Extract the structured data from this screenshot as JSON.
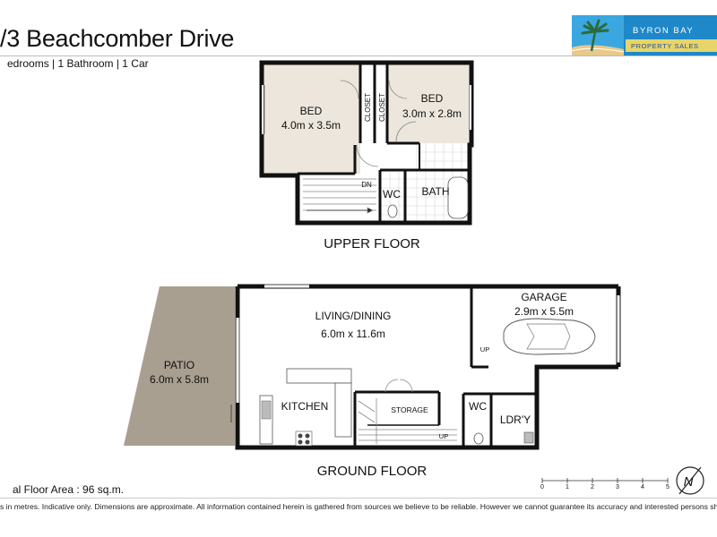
{
  "header": {
    "title": "/3 Beachcomber Drive",
    "subtitle": "edrooms  |  1 Bathroom  |  1 Car"
  },
  "logo": {
    "line1": "BYRON BAY",
    "line2": "PROPERTY SALES",
    "colors": {
      "sky": "#1e88c8",
      "sea": "#3aa7e0",
      "sand": "#e8c98a",
      "tree": "#2d6b3b"
    }
  },
  "upper_floor": {
    "heading": "UPPER FLOOR",
    "rooms": {
      "bed1_name": "BED",
      "bed1_size": "4.0m x 3.5m",
      "bed2_name": "BED",
      "bed2_size": "3.0m x 2.8m",
      "closet1": "CLOSET",
      "closet2": "CLOSET",
      "wc": "WC",
      "bath": "BATH",
      "stair_dir": "DN"
    }
  },
  "ground_floor": {
    "heading": "GROUND FLOOR",
    "rooms": {
      "patio_name": "PATIO",
      "patio_size": "6.0m x 5.8m",
      "living_name": "LIVING/DINING",
      "living_size": "6.0m x 11.6m",
      "garage_name": "GARAGE",
      "garage_size": "2.9m x 5.5m",
      "kitchen": "KITCHEN",
      "storage": "STORAGE",
      "wc": "WC",
      "laundry": "LDR'Y",
      "stair_dir": "UP",
      "garage_step": "UP"
    }
  },
  "footer": {
    "floor_area": "al Floor Area : 96 sq.m.",
    "disclaimer": "s in metres.  Indicative only.  Dimensions are approximate.  All information contained herein is gathered from sources we believe to be reliable.  However we cannot guarantee its accuracy and interested persons should rely on their own enquiries.",
    "scale_ticks": [
      "0",
      "1",
      "2",
      "3",
      "4",
      "5"
    ],
    "north": "N"
  },
  "colors": {
    "floor_fill": "#ece6dc",
    "wall": "#111111",
    "patio_fill": "#a99f90",
    "tile": "#cfcfcf"
  }
}
